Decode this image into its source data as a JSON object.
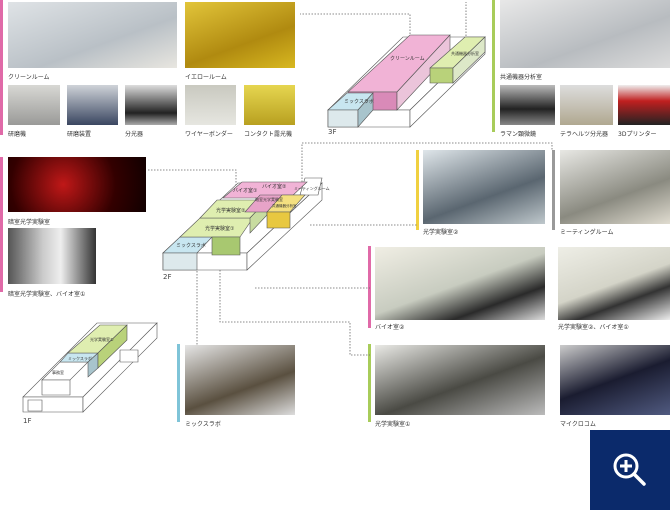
{
  "photos": {
    "clean_room": "クリーンルーム",
    "yellow_room": "イエロールーム",
    "polisher": "研磨機",
    "polishing_device": "研磨装置",
    "spectrometer": "分光器",
    "wire_bonder": "ワイヤーボンダー",
    "contact_aligner": "コンタクト露光機",
    "shared_analysis": "共通機器分析室",
    "raman": "ラマン顕微鏡",
    "terahertz": "テラヘルツ分光器",
    "printer3d": "3Dプリンター",
    "dark_optics": "暗室光学実験室",
    "dark_optics_bio1": "暗室光学実験室、バイオ室①",
    "optics2": "光学実験室②",
    "meeting": "ミーティングルーム",
    "bio2": "バイオ室②",
    "optics2_bio1": "光学実験室②、バイオ室①",
    "mixlab": "ミックスラボ",
    "optics1": "光学実験室①",
    "microcomb": "マイクロコム"
  },
  "floors": {
    "f3": {
      "label": "3F",
      "clean_room": "クリーンルーム",
      "mixlab": "ミックスラボ",
      "shared": "共通機器分析室"
    },
    "f2": {
      "label": "2F",
      "bio1": "バイオ室①",
      "bio2": "バイオ室②",
      "dark": "暗室光学実験室",
      "optics2": "光学実験室②",
      "optics1": "光学実験室①",
      "mixlab": "ミックスラボ",
      "meeting": "ミーティングルーム",
      "shared": "共通機器分析室"
    },
    "f1": {
      "label": "1F",
      "optics1": "光学実験室①",
      "mixlab": "ミックスラボ",
      "office": "事務室"
    }
  },
  "zoom_button": {
    "icon": "zoom-in-icon"
  },
  "colors": {
    "pink": "#e06aa8",
    "green": "#a8cc5a",
    "blue": "#9fd0e0",
    "yellow": "#f0d040",
    "navy": "#0b2a6b"
  }
}
